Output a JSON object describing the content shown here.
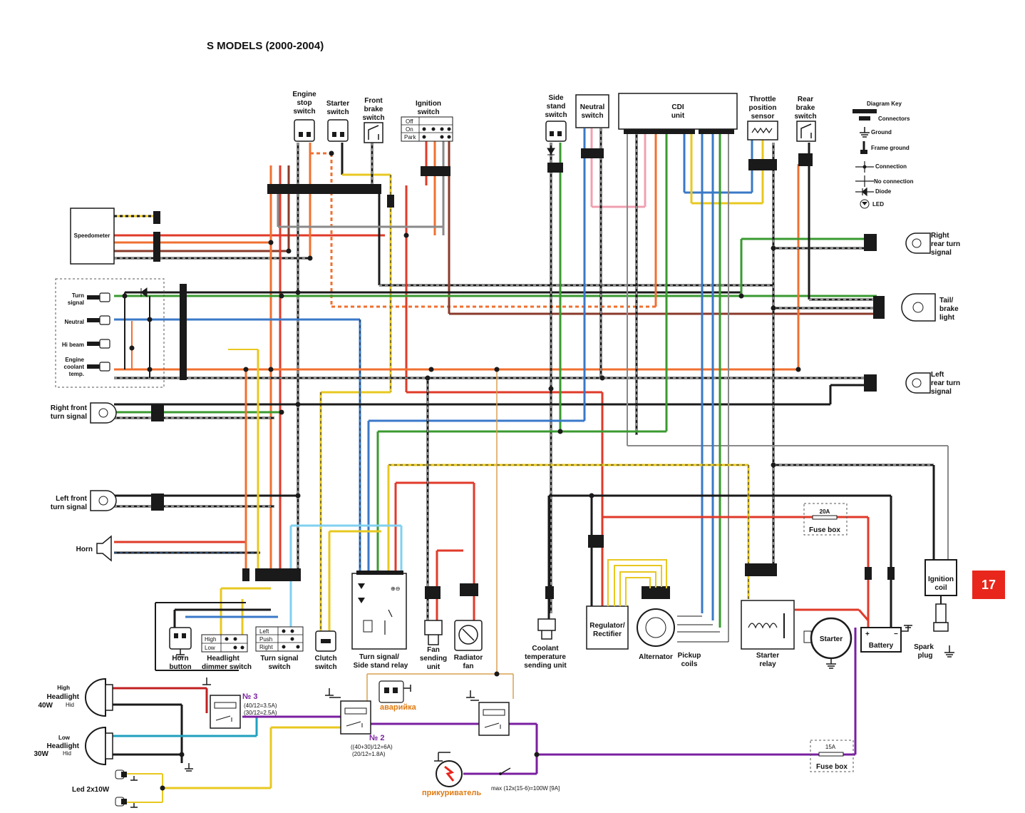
{
  "title": "S MODELS (2000-2004)",
  "page_number": "17",
  "switches": {
    "engine_stop": [
      "Engine",
      "stop",
      "switch"
    ],
    "starter": [
      "Starter",
      "switch"
    ],
    "front_brake": [
      "Front",
      "brake",
      "switch"
    ],
    "ignition": [
      "Ignition",
      "switch"
    ],
    "ignition_positions": [
      "Off",
      "On",
      "Park"
    ],
    "side_stand": [
      "Side",
      "stand",
      "switch"
    ],
    "neutral": [
      "Neutral",
      "switch"
    ],
    "throttle": [
      "Throttle",
      "position",
      "sensor"
    ],
    "rear_brake": [
      "Rear",
      "brake",
      "switch"
    ]
  },
  "cdi": [
    "CDI",
    "unit"
  ],
  "key": {
    "title": "Diagram Key",
    "items": [
      "Connectors",
      "Ground",
      "Frame ground",
      "Connection",
      "No connection",
      "Diode",
      "LED"
    ]
  },
  "speedometer": "Speedometer",
  "indicators": [
    "Turn",
    "signal",
    "Neutral",
    "Hi beam",
    "Engine",
    "coolant",
    "temp."
  ],
  "right_front": [
    "Right front",
    "turn signal"
  ],
  "left_front": [
    "Left front",
    "turn signal"
  ],
  "horn": "Horn",
  "right_rear": [
    "Right",
    "rear turn",
    "signal"
  ],
  "tail": [
    "Tail/",
    "brake",
    "light"
  ],
  "left_rear": [
    "Left",
    "rear turn",
    "signal"
  ],
  "bottom_components": {
    "horn_button": [
      "Horn",
      "button"
    ],
    "dimmer": [
      "Headlight",
      "dimmer switch"
    ],
    "dimmer_positions": [
      "High",
      "Low"
    ],
    "turn_switch": [
      "Turn signal",
      "switch"
    ],
    "turn_switch_positions": [
      "Left",
      "Push",
      "Right"
    ],
    "clutch": [
      "Clutch",
      "switch"
    ],
    "relay": [
      "Turn signal/",
      "Side stand relay"
    ],
    "fan_sender": [
      "Fan",
      "sending",
      "unit"
    ],
    "radiator_fan": [
      "Radiator",
      "fan"
    ],
    "coolant_sender": [
      "Coolant",
      "temperature",
      "sending unit"
    ],
    "regulator": [
      "Regulator/",
      "Rectifier"
    ],
    "alternator": "Alternator",
    "pickup": [
      "Pickup",
      "coils"
    ],
    "starter_relay": [
      "Starter",
      "relay"
    ],
    "starter": "Starter",
    "battery": "Battery",
    "ignition_coil": [
      "Ignition",
      "coil"
    ],
    "spark_plug": [
      "Spark",
      "plug"
    ]
  },
  "fuse_20a": {
    "rating": "20A",
    "label": "Fuse box"
  },
  "fuse_15a": {
    "rating": "15A",
    "label": "Fuse box"
  },
  "headlights": {
    "high": [
      "High",
      "Headlight",
      "40W",
      "Hid"
    ],
    "low": [
      "Low",
      "Headlight",
      "30W",
      "Hid"
    ],
    "led": "Led 2x10W"
  },
  "relay3": {
    "label": "№ 3",
    "line1": "(40/12=3.5A)",
    "line2": "(30/12=2.5A)"
  },
  "relay2": {
    "label": "№ 2",
    "line1": "((40+30)/12=6A)",
    "line2": "(20/12=1.8A)"
  },
  "hazard": "аварийка",
  "lighter": "прикуриватель",
  "lighter_note": "max (12x(15-6)=100W   [9A]",
  "colors": {
    "red": "#e03a2a",
    "orange": "#f07030",
    "yellow": "#e8c820",
    "green": "#3a9a30",
    "blue": "#3a78c8",
    "brown": "#8a3a2a",
    "black": "#1a1a1a",
    "gray": "#8a8a8a",
    "pink": "#f0a0b0",
    "lightblue": "#80d0f0",
    "purple": "#7a1fa0",
    "tan": "#d8a050"
  }
}
